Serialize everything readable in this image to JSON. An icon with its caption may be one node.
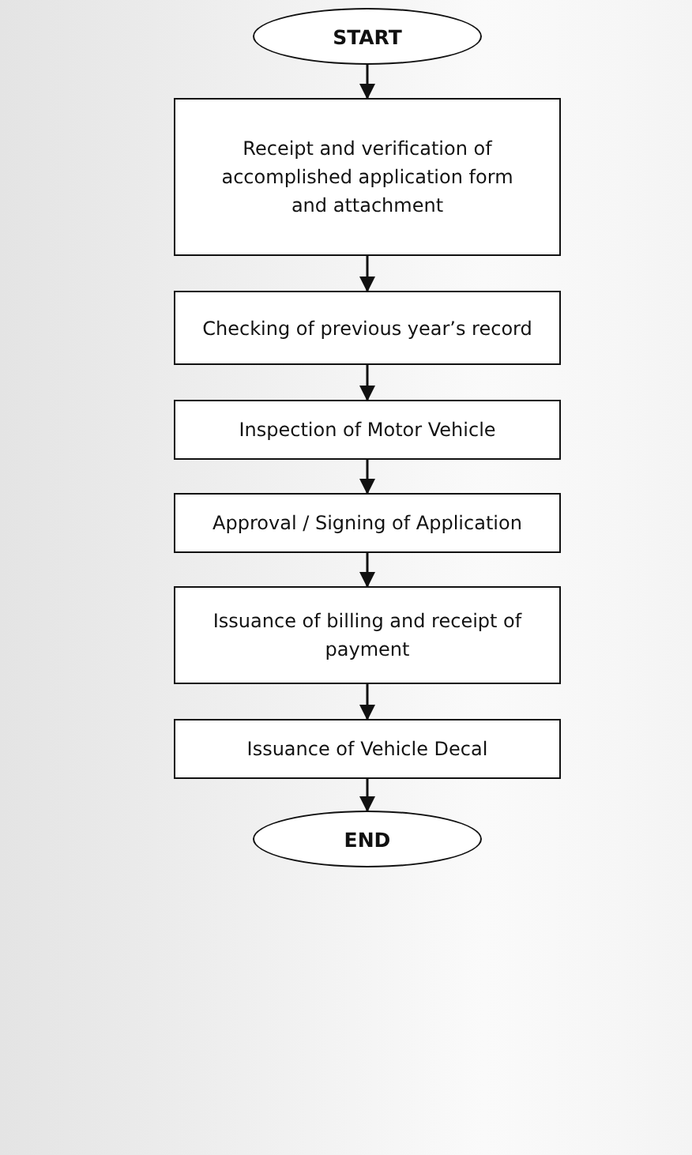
{
  "diagram": {
    "nodes": [
      {
        "text": [
          "START"
        ]
      },
      {
        "text": [
          "Receipt and verification of accomplished application form and attachment"
        ]
      },
      {
        "text": [
          "Checking of previous year’s record"
        ]
      },
      {
        "text": [
          "Inspection of Motor Vehicle"
        ]
      },
      {
        "text": [
          "Approval / Signing of Application"
        ]
      },
      {
        "text": [
          "Issuance of billing and receipt of payment"
        ]
      },
      {
        "text": [
          "Issuance of Vehicle Decal"
        ]
      },
      {
        "text": [
          "END"
        ]
      }
    ],
    "edges": [
      {
        "from": 0,
        "to": 1,
        "arrow": "to"
      },
      {
        "from": 1,
        "to": 2,
        "arrow": "to"
      },
      {
        "from": 2,
        "to": 3,
        "arrow": "to"
      },
      {
        "from": 3,
        "to": 4,
        "arrow": "to"
      },
      {
        "from": 4,
        "to": 5,
        "arrow": "to"
      },
      {
        "from": 5,
        "to": 6,
        "arrow": "to"
      },
      {
        "from": 6,
        "to": 7,
        "arrow": "to"
      }
    ]
  }
}
